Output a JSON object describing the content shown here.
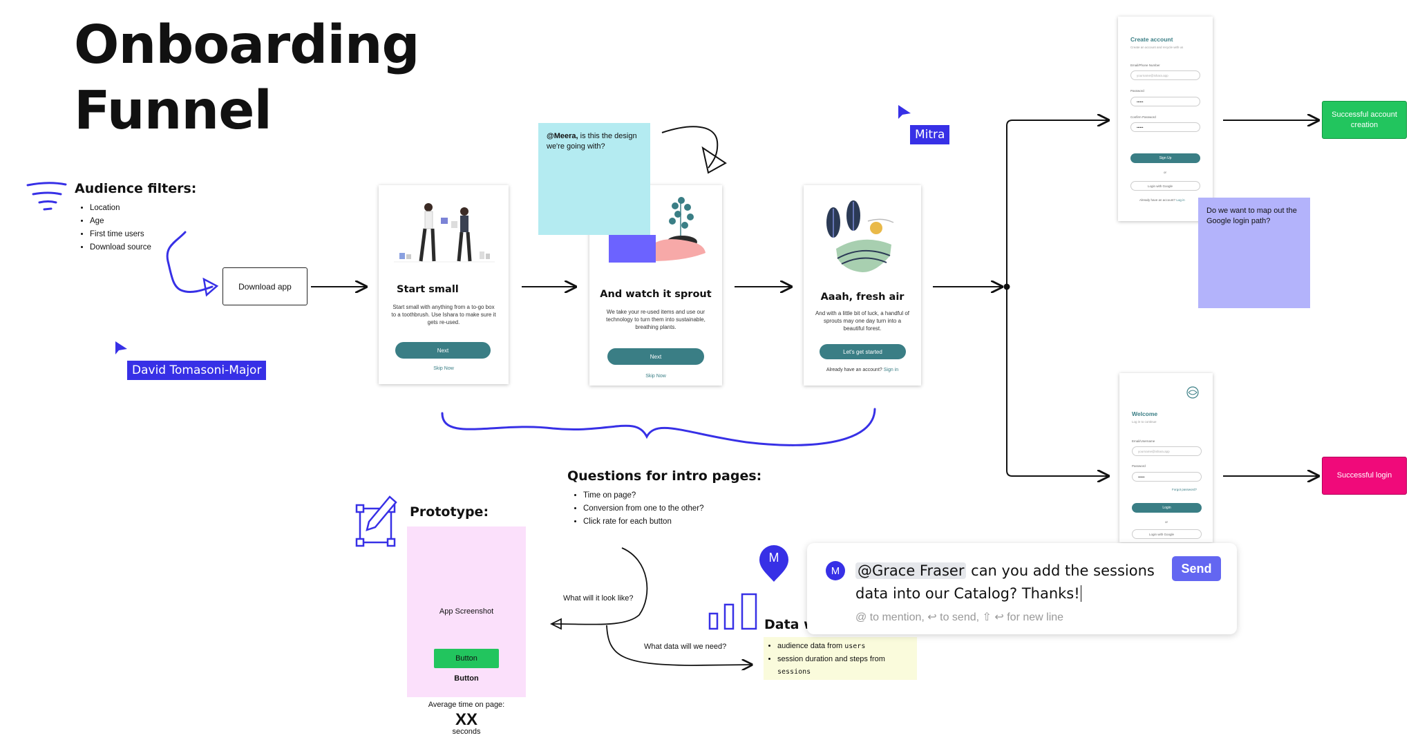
{
  "title": {
    "line1": "Onboarding",
    "line2": "Funnel"
  },
  "audience": {
    "heading": "Audience filters:",
    "items": [
      "Location",
      "Age",
      "First time users",
      "Download source"
    ]
  },
  "download_box": {
    "label": "Download app"
  },
  "cursors": {
    "david": "David Tomasoni-Major",
    "mitra": "Mitra"
  },
  "sticky_meera": {
    "mention": "@Meera,",
    "text": " is this the design we're going with?"
  },
  "sticky_google": {
    "text": "Do we want to map out the Google login path?"
  },
  "screens": [
    {
      "title": "Start small",
      "body": "Start small with anything from a to-go box to a toothbrush. Use Ishara to make sure it gets re-used.",
      "button": "Next",
      "link": "Skip Now"
    },
    {
      "title": "And watch it sprout",
      "body": "We take your re-used items and use our technology to turn them into sustainable, breathing plants.",
      "button": "Next",
      "link": "Skip Now"
    },
    {
      "title": "Aaah, fresh air",
      "body": "And with a little bit of luck, a handful of sprouts may one day turn into a beautiful forest.",
      "button": "Let's get started",
      "link_prefix": "Already have an account?",
      "link": "Sign in"
    }
  ],
  "create_account": {
    "title": "Create account",
    "subtitle": "Create an account and recycle with us",
    "email_label": "Email/Phone Number",
    "email_placeholder": "yourname@ishara.app",
    "password_label": "Password",
    "password_value": "••••••",
    "confirm_label": "Confirm Password",
    "confirm_value": "••••••",
    "button": "Sign Up",
    "or": "or",
    "google": "Login with Google",
    "footer": "Already have an account?",
    "footer_link": "Log in"
  },
  "welcome": {
    "title": "Welcome",
    "subtitle": "Log in to continue",
    "email_label": "Email/Username",
    "email_placeholder": "yourname@ishara.app",
    "password_label": "Password",
    "password_value": "••••••",
    "forgot": "Forgot password?",
    "button": "Login",
    "or": "or",
    "google": "Login with Google"
  },
  "outcomes": {
    "account": "Successful account creation",
    "login": "Successful login"
  },
  "outcome_colors": {
    "account": "#22c55e",
    "login": "#f00a7a"
  },
  "questions": {
    "heading": "Questions for intro pages:",
    "items": [
      "Time on page?",
      "Conversion from one to the other?",
      "Click rate for each button"
    ]
  },
  "prototype": {
    "heading": "Prototype:",
    "screenshot": "App Screenshot",
    "button": "Button",
    "button_text": "Button",
    "avg_label": "Average time on page:",
    "avg_value": "XX",
    "avg_unit": "seconds"
  },
  "edge_labels": {
    "look": "What will it look like?",
    "data_need": "What data will we need?"
  },
  "data_section": {
    "heading": "Data w",
    "items": [
      {
        "text": "audience data from ",
        "code": "users"
      },
      {
        "text": "session duration and steps from ",
        "code": "sessions"
      }
    ]
  },
  "comment": {
    "avatar": "M",
    "pin_avatar": "M",
    "mention": "@Grace Fraser",
    "text": " can you add the sessions data into our Catalog? Thanks!",
    "hint": "@ to mention, ↩ to send, ⇧ ↩ for new line",
    "send": "Send"
  },
  "colors": {
    "accent": "#3730e6",
    "teal": "#3a7e85",
    "sticky_cyan": "#b4ebf1",
    "sticky_purple": "#b3b3fb",
    "prototype_pink": "#fbe0fb",
    "send_button": "#6366f1"
  }
}
